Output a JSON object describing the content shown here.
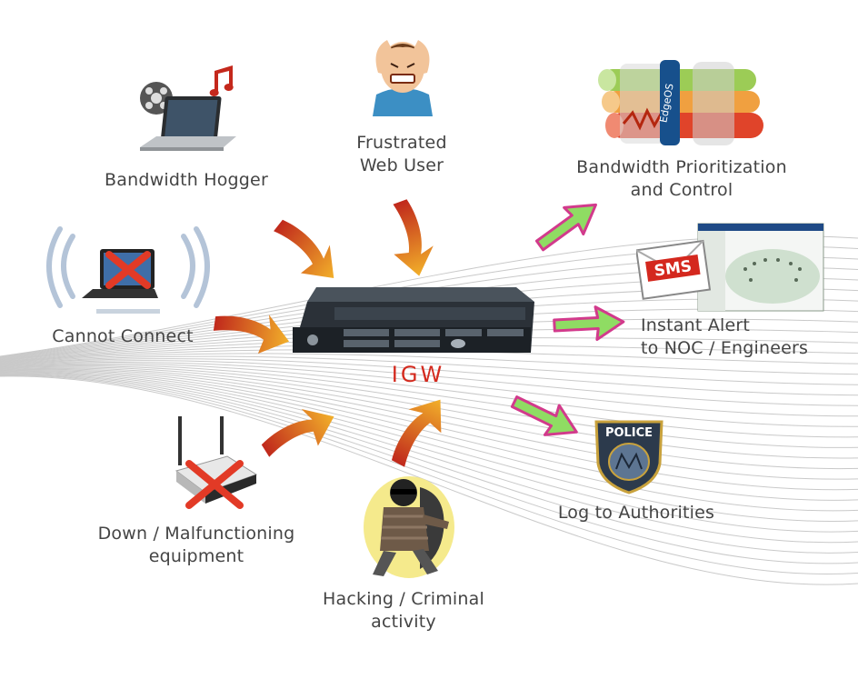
{
  "colors": {
    "label_text": "#444444",
    "igw_red": "#d42a1e",
    "inbound_arrow_start": "#c0281c",
    "inbound_arrow_end": "#f2b02a",
    "outbound_arrow_fill": "#8fdc63",
    "outbound_arrow_edge": "#d23a8c",
    "server_body": "#2b3138"
  },
  "center": {
    "label": "IGW",
    "icon": "rack-server-icon"
  },
  "sources": {
    "bandwidth_hogger": {
      "label": "Bandwidth Hogger",
      "icon": "laptop-media-icon"
    },
    "frustrated_user": {
      "line1": "Frustrated",
      "line2": "Web User",
      "icon": "frustrated-man-icon"
    },
    "cannot_connect": {
      "label": "Cannot Connect",
      "icon": "wifi-laptop-blocked-icon"
    },
    "down_equipment": {
      "line1": "Down / Malfunctioning",
      "line2": "equipment",
      "icon": "broken-router-icon"
    },
    "hacking": {
      "line1": "Hacking / Criminal",
      "line2": "activity",
      "icon": "burglar-icon"
    }
  },
  "outputs": {
    "prioritization": {
      "line1": "Bandwidth Prioritization",
      "line2": "and Control",
      "icon": "bandwidth-pipes-icon",
      "band_text": "EdgeOS"
    },
    "alert": {
      "line1": "Instant Alert",
      "line2": "to NOC / Engineers",
      "icon": "sms-alert-icon",
      "badge_text": "SMS"
    },
    "authorities": {
      "label": "Log to Authorities",
      "icon": "police-badge-icon",
      "badge_text": "POLICE"
    }
  }
}
